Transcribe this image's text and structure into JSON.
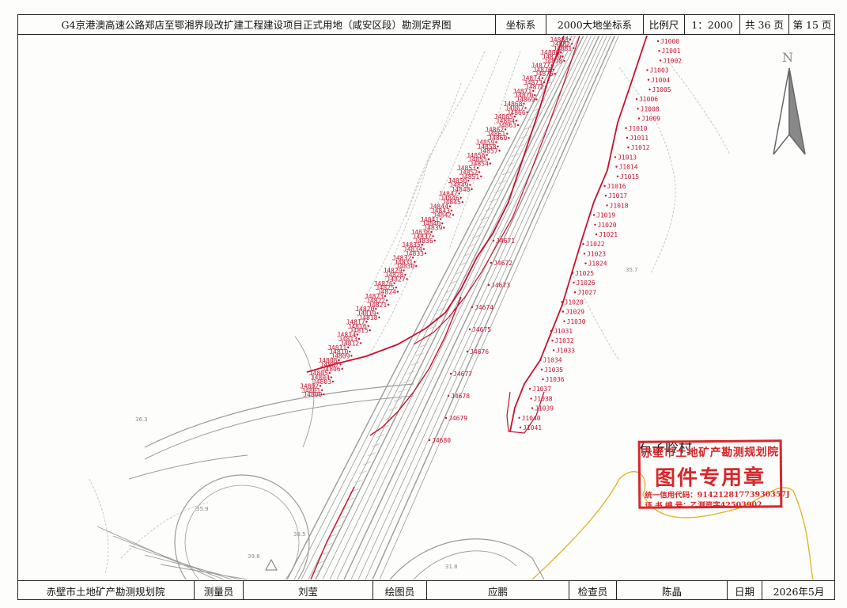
{
  "header": {
    "title": "G4京港澳高速公路郑店至鄂湘界段改扩建工程建设项目正式用地（咸安区段）勘测定界图",
    "coord_label": "坐标系",
    "coord_value": "2000大地坐标系",
    "scale_label": "比例尺",
    "scale_value": "1：2000",
    "total_pages": "共 36 页",
    "page_no": "第 15 页"
  },
  "footer": {
    "organization": "赤壁市土地矿产勘测规划院",
    "surveyor_label": "测量员",
    "surveyor": "刘莹",
    "drafter_label": "绘图员",
    "drafter": "应鹏",
    "checker_label": "检查员",
    "checker": "陈晶",
    "date_label": "日期",
    "date": "2026年5月"
  },
  "map": {
    "village_label": "石子岭村",
    "north_letter": "N",
    "colors": {
      "boundary": "#c8102e",
      "road": "#9a9a9a",
      "contour": "#c8c8c8",
      "village_line": "#e0b020",
      "stamp": "#d8262a"
    },
    "points_east": [
      "J1000",
      "J1001",
      "J1002",
      "J1003",
      "J1004",
      "J1005",
      "J1006",
      "J1008",
      "J1009",
      "J1010",
      "J1011",
      "J1012",
      "J1013",
      "J1014",
      "J1015",
      "J1016",
      "J1017",
      "J1018",
      "J1019",
      "J1020",
      "J1021",
      "J1022",
      "J1023",
      "J1024",
      "J1025",
      "J1026",
      "J1027",
      "J1028",
      "J1029",
      "J1030",
      "J1031",
      "J1032",
      "J1033",
      "J1034",
      "J1035",
      "J1036",
      "J1037",
      "J1038",
      "J1039",
      "J1040",
      "J1041"
    ],
    "points_west": [
      "J4883",
      "J4882",
      "J4881",
      "J4880",
      "J4879",
      "J4878",
      "J4877",
      "J4876",
      "J4875",
      "J4874",
      "J4873",
      "J4872",
      "J4871",
      "J4870",
      "J4869",
      "J4868",
      "J4867",
      "J4866",
      "J4865",
      "J4864",
      "J4863",
      "J4862",
      "J4861",
      "J4860",
      "J4859",
      "J4858",
      "J4857",
      "J4856",
      "J4855",
      "J4854",
      "J4853",
      "J4852",
      "J4851",
      "J4850",
      "J4849",
      "J4848",
      "J4847",
      "J4846",
      "J4845",
      "J4844",
      "J4843",
      "J4842",
      "J4841",
      "J4840",
      "J4839",
      "J4838",
      "J4837",
      "J4836",
      "J4835",
      "J4834",
      "J4833",
      "J4832",
      "J4831",
      "J4830",
      "J4829",
      "J4828",
      "J4827",
      "J4826",
      "J4825",
      "J4824",
      "J4823",
      "J4822",
      "J4821",
      "J4820",
      "J4819",
      "J4818",
      "J4817",
      "J4816",
      "J4815",
      "J4814",
      "J4813",
      "J4812",
      "J4811",
      "J4810",
      "J4809",
      "J4808",
      "J4807",
      "J4806",
      "J4805",
      "J4804",
      "J4803",
      "J4802",
      "J4801",
      "J4800"
    ],
    "points_center": [
      "J4671",
      "J4672",
      "J4673",
      "J4674",
      "J4675",
      "J4676",
      "J4677",
      "J4678",
      "J4679",
      "J4680"
    ],
    "elevations": [
      "36.3",
      "35.7",
      "35.9",
      "38.5",
      "39.8",
      "31.8"
    ]
  },
  "stamp": {
    "organization": "赤壁市土地矿产勘测规划院",
    "title": "图件专用章",
    "credit_code": "统一信用代码：91421281773930357J",
    "certificate": "证 书 编 号：乙测资字42503902"
  }
}
